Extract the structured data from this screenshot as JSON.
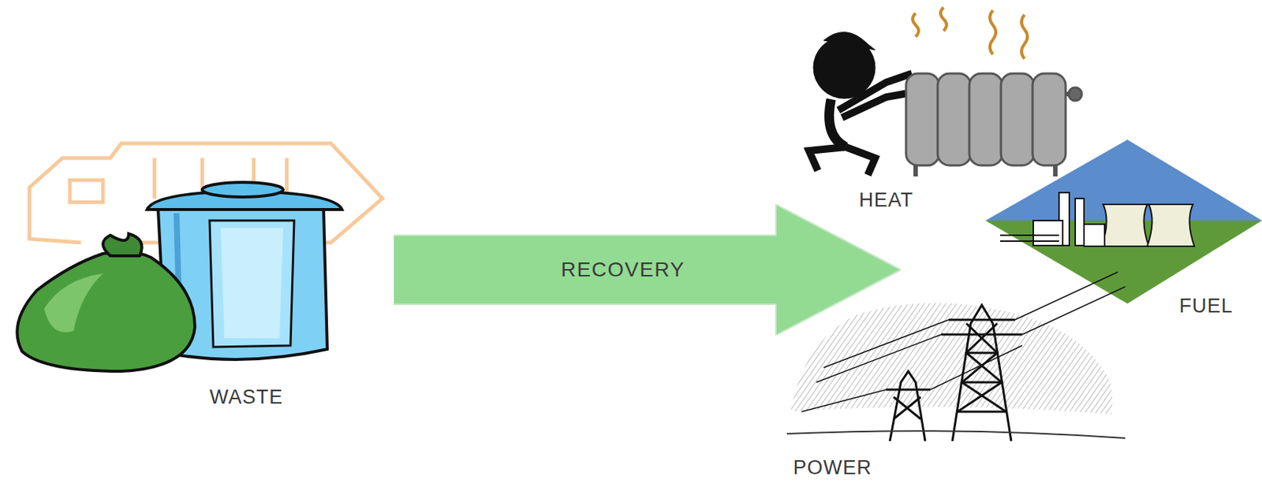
{
  "diagram": {
    "nodes": [
      {
        "text": [
          "RECOVERY"
        ]
      }
    ],
    "labels": [
      "WASTE",
      "HEAT",
      "FUEL",
      "POWER"
    ]
  }
}
